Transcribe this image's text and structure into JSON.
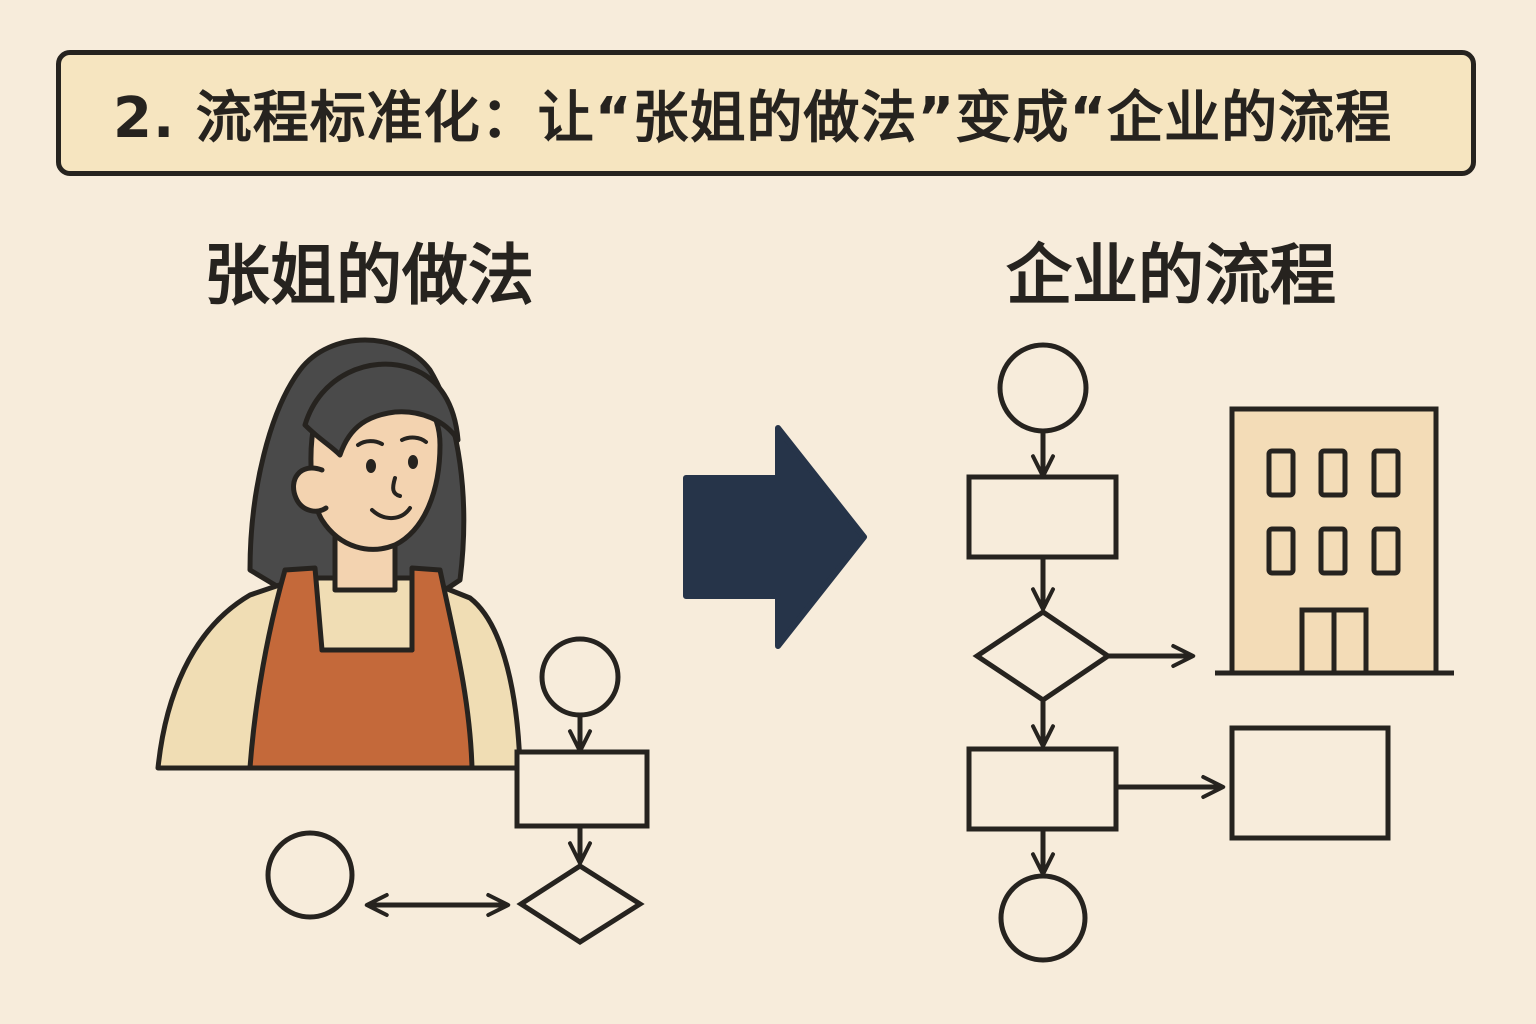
{
  "title": "2. 流程标准化：让“张姐的做法”变成“企业的流程",
  "left_label": "张姐的做法",
  "right_label": "企业的流程",
  "colors": {
    "background": "#f7ecdb",
    "title_box": "#f6e5c0",
    "outline": "#26231f",
    "arrow": "#263449",
    "apron": "#c4693a",
    "sweater": "#f0ddb4",
    "hair": "#4a4a4a",
    "skin": "#f3d3b0",
    "building": "#f3dcb7"
  }
}
